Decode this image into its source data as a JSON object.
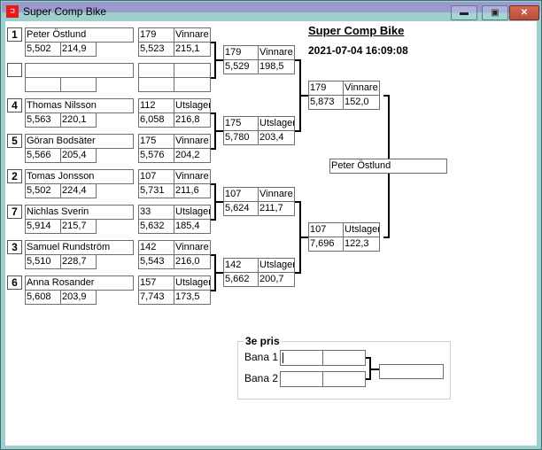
{
  "window": {
    "title": "Super Comp Bike",
    "icon": "app-icon",
    "controls": {
      "minimize": "minimize-icon",
      "maximize": "maximize-icon",
      "close": "close-icon"
    }
  },
  "header": {
    "title": "Super Comp Bike",
    "datetime": "2021-07-04 16:09:08"
  },
  "round1": [
    {
      "seed": "1",
      "name": "Peter Östlund",
      "rt": "5,502",
      "speed": "214,9",
      "num": "179",
      "result": "Vinnare",
      "et": "5,523",
      "mph": "215,1"
    },
    {
      "seed": "",
      "name": "",
      "rt": "",
      "speed": "",
      "num": "",
      "result": "",
      "et": "",
      "mph": ""
    },
    {
      "seed": "4",
      "name": "Thomas Nilsson",
      "rt": "5,563",
      "speed": "220,1",
      "num": "112",
      "result": "Utslagen",
      "et": "6,058",
      "mph": "216,8"
    },
    {
      "seed": "5",
      "name": "Göran Bodsäter",
      "rt": "5,566",
      "speed": "205,4",
      "num": "175",
      "result": "Vinnare",
      "et": "5,576",
      "mph": "204,2"
    },
    {
      "seed": "2",
      "name": "Tomas Jonsson",
      "rt": "5,502",
      "speed": "224,4",
      "num": "107",
      "result": "Vinnare",
      "et": "5,731",
      "mph": "211,6"
    },
    {
      "seed": "7",
      "name": "Nichlas Sverin",
      "rt": "5,914",
      "speed": "215,7",
      "num": "33",
      "result": "Utslagen",
      "et": "5,632",
      "mph": "185,4"
    },
    {
      "seed": "3",
      "name": "Samuel Rundström",
      "rt": "5,510",
      "speed": "228,7",
      "num": "142",
      "result": "Vinnare",
      "et": "5,543",
      "mph": "216,0"
    },
    {
      "seed": "6",
      "name": "Anna Rosander",
      "rt": "5,608",
      "speed": "203,9",
      "num": "157",
      "result": "Utslagen",
      "et": "7,743",
      "mph": "173,5"
    }
  ],
  "round2": [
    {
      "num": "179",
      "result": "Vinnare",
      "et": "5,529",
      "mph": "198,5"
    },
    {
      "num": "175",
      "result": "Utslagen",
      "et": "5,780",
      "mph": "203,4"
    },
    {
      "num": "107",
      "result": "Vinnare",
      "et": "5,624",
      "mph": "211,7"
    },
    {
      "num": "142",
      "result": "Utslagen",
      "et": "5,662",
      "mph": "200,7"
    }
  ],
  "semis": [
    {
      "num": "179",
      "result": "Vinnare",
      "et": "5,873",
      "mph": "152,0"
    },
    {
      "num": "107",
      "result": "Utslagen",
      "et": "7,696",
      "mph": "122,3"
    }
  ],
  "winner": "Peter Östlund",
  "third_place": {
    "label": "3e pris",
    "lane1_label": "Bana 1",
    "lane2_label": "Bana 2",
    "lane1": [
      "",
      ""
    ],
    "lane2": [
      "",
      ""
    ],
    "result": ""
  }
}
